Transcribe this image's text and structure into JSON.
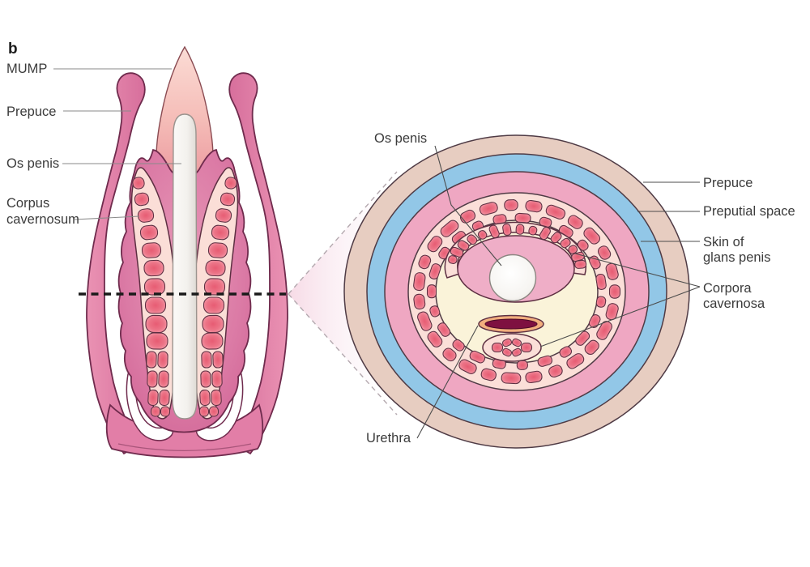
{
  "panel_label": "b",
  "longitudinal_section": {
    "labels": {
      "mump": "MUMP",
      "prepuce": "Prepuce",
      "os_penis": "Os penis",
      "corpus_cavernosum_line1": "Corpus",
      "corpus_cavernosum_line2": "cavernosum"
    }
  },
  "cross_section": {
    "labels": {
      "os_penis": "Os penis",
      "urethra": "Urethra",
      "prepuce": "Prepuce",
      "preputial_space": "Preputial space",
      "skin_of_glans_line1": "Skin of",
      "skin_of_glans_line2": "glans penis",
      "corpora_cavernosa_line1": "Corpora",
      "corpora_cavernosa_line2": "cavernosa"
    }
  },
  "colors": {
    "prepuce_pink": "#e887ac",
    "glans_body_pink": "#db7aa5",
    "bottom_mass_pink": "#e27ea7",
    "cavernous_red": "#ec7487",
    "mump_pink": "#f5bdb8",
    "os_penis_white": "#f3f1ed",
    "prepuce_ring_tan": "#e7cdc1",
    "preputial_space_blue": "#92c7e7",
    "skin_ring_pink": "#efa7c2",
    "cavernosa_casing_pink": "#fbdfd8",
    "interior_cream": "#faf3d9",
    "inner_oval_pink": "#efaec7",
    "urethra_wall_peach": "#f2ae7e",
    "urethra_lumen_maroon": "#7e1040",
    "outline_dark": "#6f2b4d"
  }
}
